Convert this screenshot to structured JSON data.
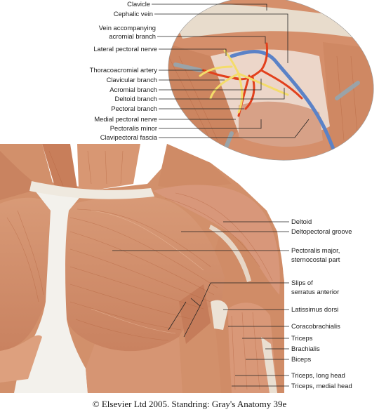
{
  "labels": {
    "clavicle": "Clavicle",
    "cephalic_vein": "Cephalic vein",
    "vein_acc_1": "Vein accompanying",
    "vein_acc_2": "acromial branch",
    "lateral_pectoral_nerve": "Lateral pectoral nerve",
    "thoracoacromial_artery": "Thoracoacromial artery",
    "clavicular_branch": "Clavicular branch",
    "acromial_branch": "Acromial branch",
    "deltoid_branch": "Deltoid branch",
    "pectoral_branch": "Pectoral branch",
    "medial_pectoral_nerve": "Medial pectoral nerve",
    "pectoralis_minor": "Pectoralis minor",
    "clavipectoral_fascia": "Clavipectoral fascia",
    "deltoid": "Deltoid",
    "deltopectoral_groove": "Deltopectoral groove",
    "pectoralis_major_1": "Pectoralis major,",
    "pectoralis_major_2": "sternocostal part",
    "slips_1": "Slips of",
    "slips_2": "serratus anterior",
    "latissimus_dorsi": "Latissimus dorsi",
    "coracobrachialis": "Coracobrachialis",
    "triceps": "Triceps",
    "brachialis": "Brachialis",
    "biceps": "Biceps",
    "triceps_long_head": "Triceps, long head",
    "triceps_medial_head": "Triceps, medial head"
  },
  "credit": "© Elsevier Ltd 2005. Standring: Gray's Anatomy 39e",
  "colors": {
    "muscle": "#d4916c",
    "muscle_dark": "#b8704c",
    "tendon": "#ede6d3",
    "fascia": "#ecd9cf",
    "artery": "#e2401c",
    "vein": "#5b82c7",
    "nerve": "#f4dc6a",
    "skin": "#e8c3a6"
  }
}
